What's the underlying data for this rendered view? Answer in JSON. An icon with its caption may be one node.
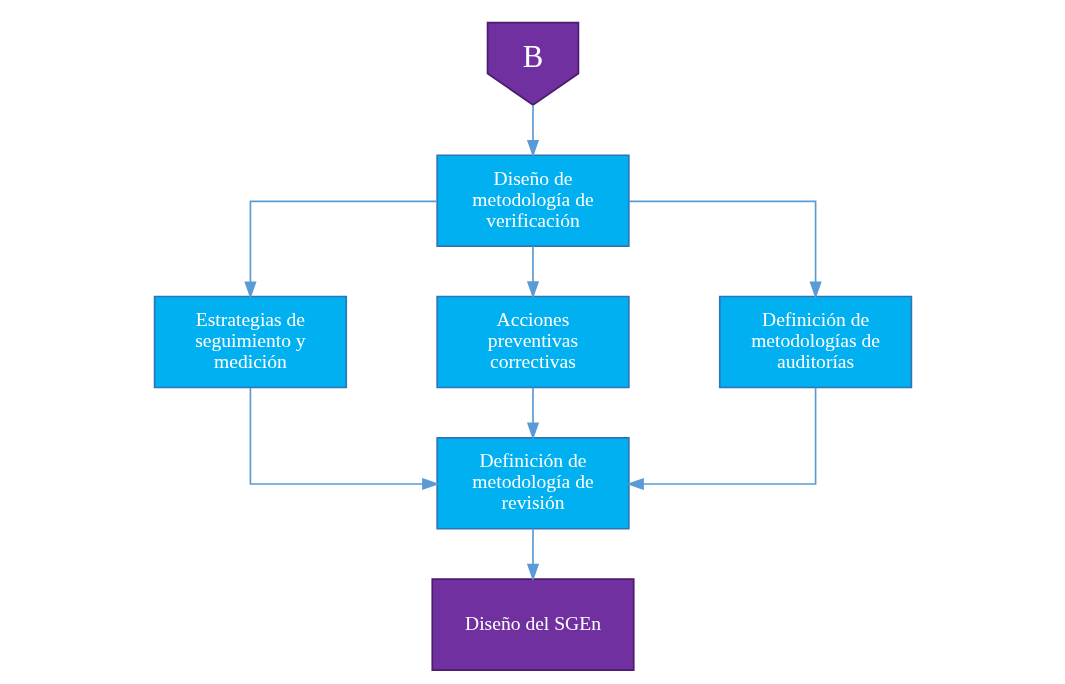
{
  "diagram": {
    "nodes": [
      {
        "text": [
          "B"
        ]
      },
      {
        "text": [
          "Diseño de metodología de verificación"
        ]
      },
      {
        "text": [
          "Estrategias de seguimiento y medición"
        ]
      },
      {
        "text": [
          "Acciones preventivas correctivas"
        ]
      },
      {
        "text": [
          "Definición de metodologías de auditorías"
        ]
      },
      {
        "text": [
          "Definición de metodología de revisión"
        ]
      },
      {
        "text": [
          "Diseño del SGEn"
        ]
      }
    ],
    "edges": [
      {
        "from": 0,
        "to": 1,
        "arrow": "to"
      },
      {
        "from": 1,
        "to": 2,
        "arrow": "to"
      },
      {
        "from": 1,
        "to": 3,
        "arrow": "to"
      },
      {
        "from": 1,
        "to": 4,
        "arrow": "to"
      },
      {
        "from": 2,
        "to": 5,
        "arrow": "to"
      },
      {
        "from": 3,
        "to": 5,
        "arrow": "to"
      },
      {
        "from": 4,
        "to": 5,
        "arrow": "to"
      },
      {
        "from": 5,
        "to": 6,
        "arrow": "to"
      }
    ]
  }
}
